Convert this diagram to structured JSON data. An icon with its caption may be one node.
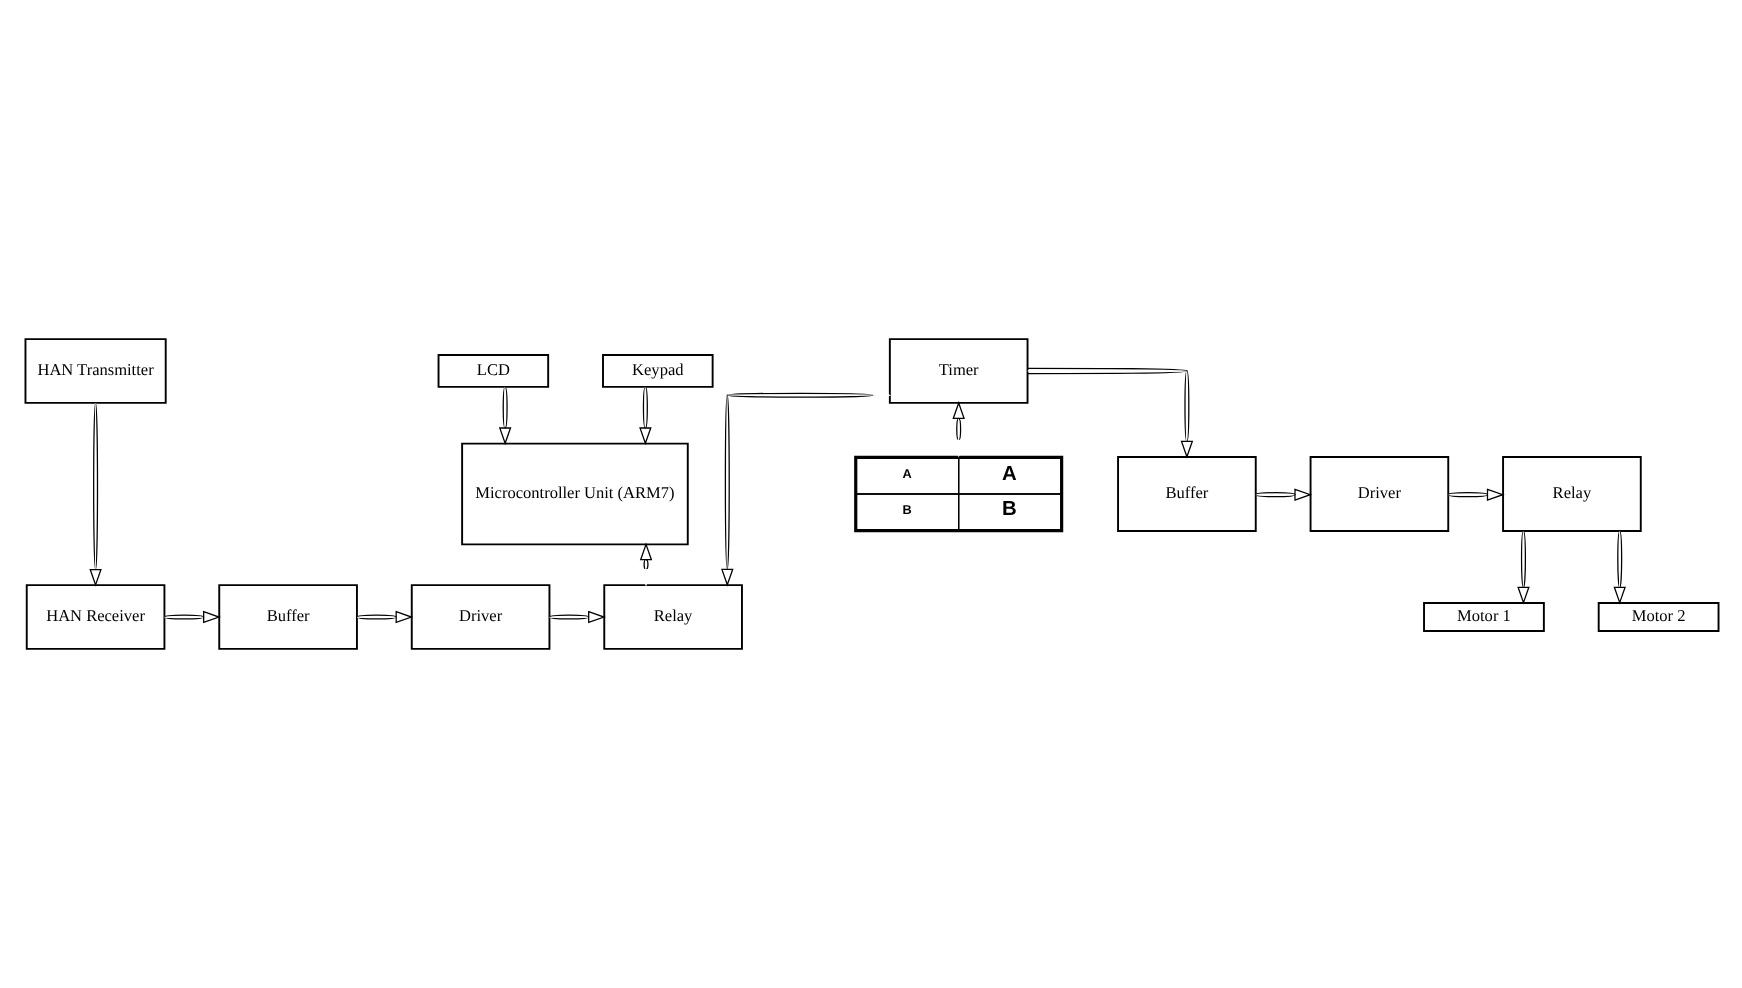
{
  "diagram": {
    "nodes": [
      {
        "text": [
          "HAN Receiver"
        ]
      },
      {
        "text": [
          "Buffer"
        ]
      },
      {
        "text": [
          "Driver"
        ]
      },
      {
        "text": [
          "Relay"
        ]
      },
      {
        "text": [
          "HAN Transmitter"
        ]
      },
      {
        "text": [
          "LCD"
        ]
      },
      {
        "text": [
          "Microcontroller Unit (ARM7)"
        ]
      },
      {
        "text": [
          "A",
          "A",
          "B",
          "B"
        ]
      },
      {
        "text": [
          "Keypad"
        ]
      },
      {
        "text": [
          "Timer"
        ]
      },
      {
        "text": [
          "Buffer"
        ]
      },
      {
        "text": [
          "Driver"
        ]
      },
      {
        "text": [
          "Relay"
        ]
      },
      {
        "text": [
          "Motor 1"
        ]
      },
      {
        "text": [
          "Motor 2"
        ]
      }
    ],
    "edges": [
      {
        "from": 0,
        "to": 1,
        "arrow": "to"
      },
      {
        "from": 1,
        "to": 2,
        "arrow": "to"
      },
      {
        "from": 2,
        "to": 3,
        "arrow": "to"
      },
      {
        "from": 4,
        "to": 0,
        "arrow": "to"
      },
      {
        "from": 5,
        "to": 6,
        "arrow": "to"
      },
      {
        "from": 6,
        "to": 3,
        "arrow": "both"
      },
      {
        "from": 8,
        "to": 6,
        "arrow": "to"
      },
      {
        "from": 9,
        "to": 3,
        "arrow": "both"
      },
      {
        "from": 9,
        "to": 7,
        "arrow": "both"
      },
      {
        "from": 9,
        "to": 10,
        "arrow": "to"
      },
      {
        "from": 10,
        "to": 11,
        "arrow": "to"
      },
      {
        "from": 11,
        "to": 12,
        "arrow": "to"
      },
      {
        "from": 12,
        "to": 13,
        "arrow": "to"
      },
      {
        "from": 12,
        "to": 14,
        "arrow": "to"
      }
    ]
  }
}
